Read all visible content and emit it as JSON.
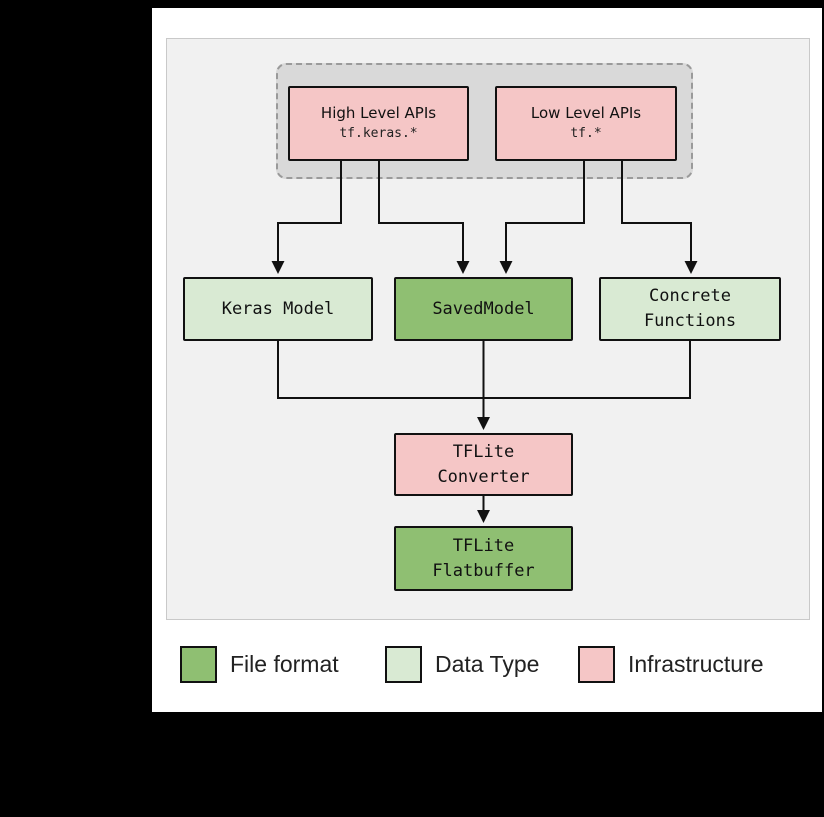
{
  "colors": {
    "file_format": "#8fbf72",
    "data_type": "#d9ead3",
    "infrastructure": "#f5c6c6",
    "panel_bg": "#f1f1f1",
    "dashed_group_bg": "#d9d9d9"
  },
  "api_group": {
    "high_level": {
      "title": "High Level APIs",
      "subtitle": "tf.keras.*"
    },
    "low_level": {
      "title": "Low Level APIs",
      "subtitle": "tf.*"
    }
  },
  "nodes": {
    "keras_model": {
      "label": "Keras Model"
    },
    "saved_model": {
      "label": "SavedModel"
    },
    "concrete_functions": {
      "line1": "Concrete",
      "line2": "Functions"
    },
    "tflite_converter": {
      "line1": "TFLite",
      "line2": "Converter"
    },
    "tflite_flatbuffer": {
      "line1": "TFLite",
      "line2": "Flatbuffer"
    }
  },
  "legend": [
    {
      "label": "File format"
    },
    {
      "label": "Data Type"
    },
    {
      "label": "Infrastructure"
    }
  ]
}
